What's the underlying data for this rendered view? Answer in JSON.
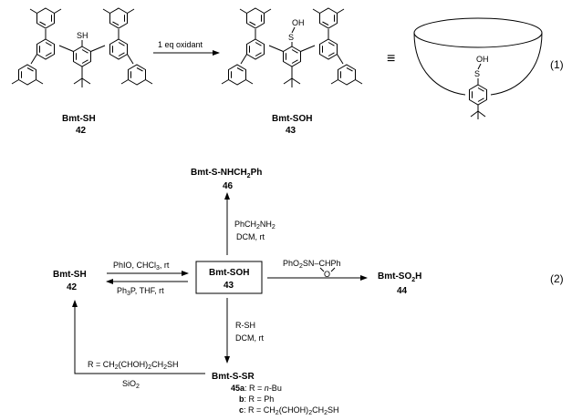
{
  "eq1": {
    "left_name": "Bmt-SH",
    "left_number": "42",
    "sh_atom": "SH",
    "arrow_label": "1 eq oxidant",
    "product_name": "Bmt-SOH",
    "product_number": "43",
    "oh_atom": "OH",
    "s_atom": "S",
    "cartoon_oh": "OH",
    "cartoon_s": "S",
    "equiv_symbol": "≡",
    "eq_number": "(1)"
  },
  "eq2": {
    "center_name": "Bmt-SOH",
    "center_number": "43",
    "left_name": "Bmt-SH",
    "left_number": "42",
    "left_top_cond": "PhIO, CHCl",
    "left_top_sub": "3",
    "left_top_tail": ", rt",
    "left_bottom_cond_a": "Ph",
    "left_bottom_sub": "3",
    "left_bottom_cond_b": "P, THF, rt",
    "top_name_a": "Bmt-S-NHCH",
    "top_name_sub": "2",
    "top_name_b": "Ph",
    "top_number": "46",
    "up_cond_a": "PhCH",
    "up_cond_sub1": "2",
    "up_cond_b": "NH",
    "up_cond_sub2": "2",
    "up_cond2": "DCM, rt",
    "right_reagent_a": "PhO",
    "right_reagent_sub": "2",
    "right_reagent_b": "SN",
    "right_reagent_c": "CHPh",
    "right_reagent_o": "O",
    "right_name_a": "Bmt-SO",
    "right_name_sub": "2",
    "right_name_b": "H",
    "right_number": "44",
    "down_cond1": "R-SH",
    "down_cond2": "DCM, rt",
    "bottom_name": "Bmt-S-SR",
    "bottom_a_num": "45a",
    "bottom_a_text": ": R = ",
    "bottom_a_italic": "n",
    "bottom_a_tail": "-Bu",
    "bottom_b_num": "b",
    "bottom_b_text": ": R = Ph",
    "bottom_c_num": "c",
    "bottom_c_text": ": R = CH",
    "bottom_c_sub1": "2",
    "bottom_c_mid": "(CHOH)",
    "bottom_c_sub2": "2",
    "bottom_c_mid2": "CH",
    "bottom_c_sub3": "2",
    "bottom_c_tail": "SH",
    "return_cond_a": "R = CH",
    "return_cond_sub1": "2",
    "return_cond_mid": "(CHOH)",
    "return_cond_sub2": "2",
    "return_cond_mid2": "CH",
    "return_cond_sub3": "2",
    "return_cond_tail": "SH",
    "return_cond2_a": "SiO",
    "return_cond2_sub": "2",
    "eq_number": "(2)"
  }
}
